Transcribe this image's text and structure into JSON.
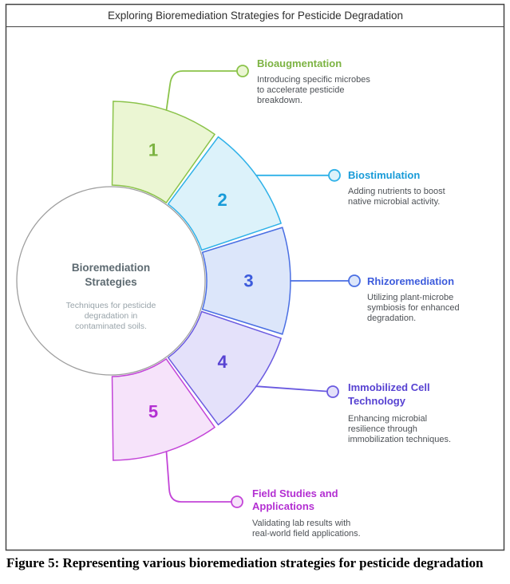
{
  "title": "Exploring Bioremediation Strategies for Pesticide Degradation",
  "caption": "Figure 5: Representing various bioremediation strategies for pesticide degradation",
  "center": {
    "title_lines": [
      "Bioremediation",
      "Strategies"
    ],
    "subtitle_lines": [
      "Techniques for pesticide",
      "degradation in",
      "contaminated soils."
    ]
  },
  "segments": [
    {
      "number": "1",
      "label_lines": [
        "Bioaugmentation"
      ],
      "desc_lines": [
        "Introducing specific microbes",
        "to accelerate pesticide",
        "breakdown."
      ],
      "fill": "#ebf6d3",
      "stroke": "#8bc34a",
      "label_color": "#7cb342"
    },
    {
      "number": "2",
      "label_lines": [
        "Biostimulation"
      ],
      "desc_lines": [
        "Adding nutrients to boost",
        "native microbial activity."
      ],
      "fill": "#dcf2fa",
      "stroke": "#2eb1e8",
      "label_color": "#189bd8"
    },
    {
      "number": "3",
      "label_lines": [
        "Rhizoremediation"
      ],
      "desc_lines": [
        "Utilizing plant-microbe",
        "symbiosis for enhanced",
        "degradation."
      ],
      "fill": "#dce6fa",
      "stroke": "#4a6fe3",
      "label_color": "#3c5bdc"
    },
    {
      "number": "4",
      "label_lines": [
        "Immobilized Cell",
        "Technology"
      ],
      "desc_lines": [
        "Enhancing microbial",
        "resilience through",
        "immobilization techniques."
      ],
      "fill": "#e4e1fa",
      "stroke": "#6a5ae0",
      "label_color": "#5742d2"
    },
    {
      "number": "5",
      "label_lines": [
        "Field Studies and",
        "Applications"
      ],
      "desc_lines": [
        "Validating lab results with",
        "real-world field applications."
      ],
      "fill": "#f6e3fa",
      "stroke": "#c345d8",
      "label_color": "#b32fd2"
    }
  ]
}
